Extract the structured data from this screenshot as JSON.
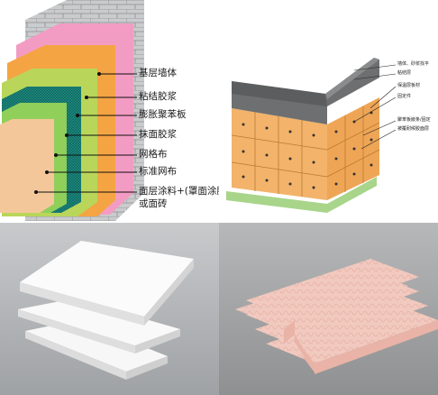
{
  "layers_panel": {
    "labels": [
      "基层墙体",
      "粘结胶浆",
      "膨胀聚苯板",
      "抹面胶浆",
      "网格布",
      "标准网布",
      "面层涂料+(罩面涂膜)",
      "或面砖"
    ],
    "colors": {
      "brick": "#c9cbcc",
      "pink": "#f29cc4",
      "orange_board": "#f5a443",
      "lime": "#b9d65a",
      "mesh": "#2a9a8c",
      "beige": "#f4c79a"
    }
  },
  "wall_panel": {
    "labels": [
      "墙体、砂浆找平",
      "粘结层",
      "保温层板材",
      "固定件",
      "聚苯板嵌条/固定",
      "被覆耐候胶面层"
    ],
    "colors": {
      "roof": "#6e6f70",
      "board": "#f3b36a",
      "green_base": "#a8d58a"
    }
  },
  "photos": {
    "white_board_color": "#f7f7f7",
    "pink_board_color": "#f2c9bf"
  }
}
